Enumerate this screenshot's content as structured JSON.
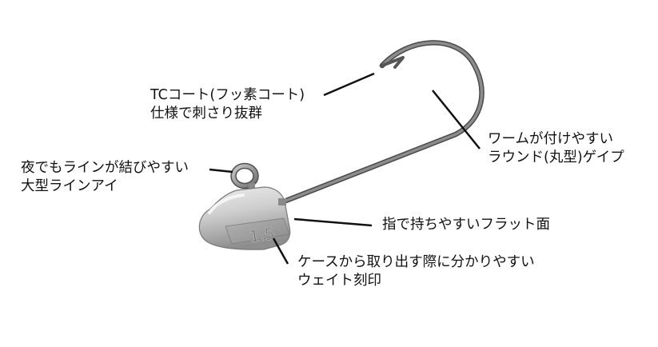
{
  "colors": {
    "background": "#ffffff",
    "text": "#111111",
    "leader_line": "#111111",
    "hook_wire": "#6e6e6e",
    "jig_head_light": "#d9d9d9",
    "jig_head_dark": "#8a8a8a",
    "flat_face": "#9a9a9a"
  },
  "diagram": {
    "weight_mark": "1.5",
    "callouts": [
      {
        "id": "point",
        "lines": [
          "TCコート(フッ素コート)",
          "仕様で刺さり抜群"
        ]
      },
      {
        "id": "bend",
        "lines": [
          "ワームが付けやすい",
          "ラウンド(丸型)ゲイプ"
        ]
      },
      {
        "id": "eye",
        "lines": [
          "夜でもラインが結びやすい",
          "大型ラインアイ"
        ]
      },
      {
        "id": "flat",
        "lines": [
          "指で持ちやすいフラット面"
        ]
      },
      {
        "id": "weight",
        "lines": [
          "ケースから取り出す際に分かりやすい",
          "ウェイト刻印"
        ]
      }
    ]
  }
}
